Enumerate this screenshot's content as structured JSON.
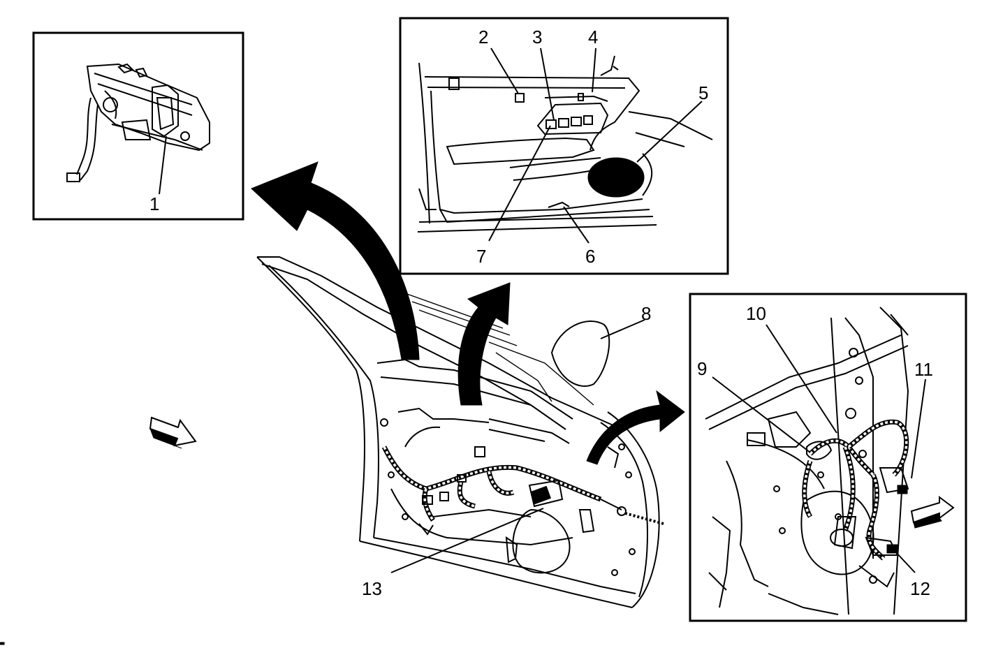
{
  "callouts": {
    "c1": "1",
    "c2": "2",
    "c3": "3",
    "c4": "4",
    "c5": "5",
    "c6": "6",
    "c7": "7",
    "c8": "8",
    "c9": "9",
    "c10": "10",
    "c11": "11",
    "c12": "12",
    "c13": "13"
  },
  "colors": {
    "line": "#000000",
    "background": "#ffffff"
  },
  "icons": {
    "front_direction_arrow": "view-direction-arrow-icon",
    "rear_direction_arrow": "view-direction-arrow-icon",
    "detail_arrow": "curved-callout-arrow-icon"
  }
}
